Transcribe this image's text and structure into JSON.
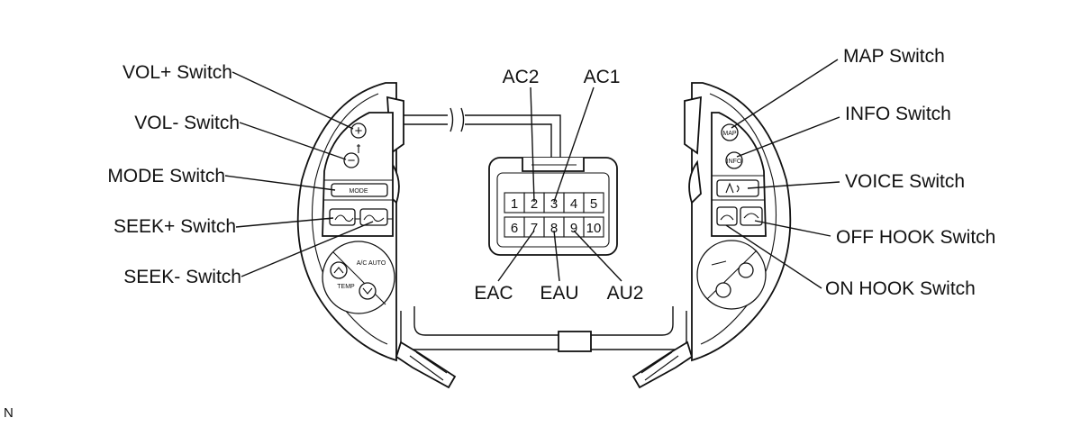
{
  "labels": {
    "vol_plus": "VOL+ Switch",
    "vol_minus": "VOL- Switch",
    "mode": "MODE Switch",
    "seek_plus": "SEEK+ Switch",
    "seek_minus": "SEEK- Switch",
    "map": "MAP Switch",
    "info": "INFO Switch",
    "voice": "VOICE Switch",
    "off_hook": "OFF HOOK Switch",
    "on_hook": "ON HOOK Switch"
  },
  "connector": {
    "top_labels": {
      "ac2": "AC2",
      "ac1": "AC1"
    },
    "bottom_labels": {
      "eac": "EAC",
      "eau": "EAU",
      "au2": "AU2"
    },
    "pins_top": [
      "1",
      "2",
      "3",
      "4",
      "5"
    ],
    "pins_bottom": [
      "6",
      "7",
      "8",
      "9",
      "10"
    ]
  },
  "switch_text": {
    "mode_small": "MODE",
    "ac_auto": "A/C AUTO",
    "temp": "TEMP",
    "map_small": "MAP",
    "info_small": "INFO"
  },
  "corner_code": "N"
}
